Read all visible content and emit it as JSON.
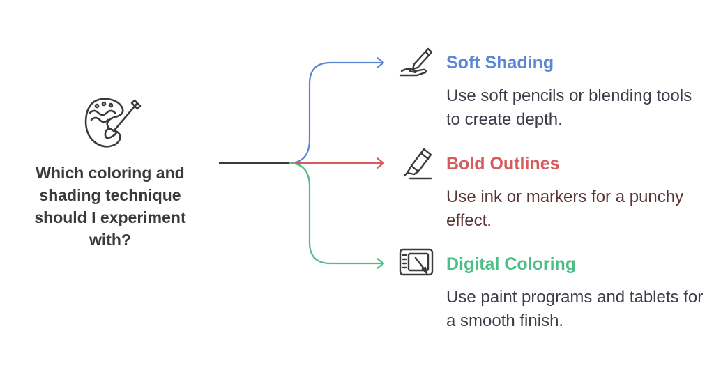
{
  "question": {
    "text": "Which coloring and shading technique should I experiment with?"
  },
  "colors": {
    "trunk": "#3a3a3a",
    "blue": "#5a86d6",
    "red": "#d45c5c",
    "green": "#4cbf86",
    "icon_stroke": "#3a3a3a"
  },
  "options": [
    {
      "title": "Soft Shading",
      "description": "Use soft pencils or blending tools to create depth.",
      "icon": "pencil-hand-icon",
      "color": "#5a86d6"
    },
    {
      "title": "Bold Outlines",
      "description": "Use ink or markers for a punchy effect.",
      "icon": "marker-icon",
      "color": "#d45c5c"
    },
    {
      "title": "Digital Coloring",
      "description": "Use paint programs and tablets for a smooth finish.",
      "icon": "drawing-tablet-icon",
      "color": "#4cbf86"
    }
  ]
}
